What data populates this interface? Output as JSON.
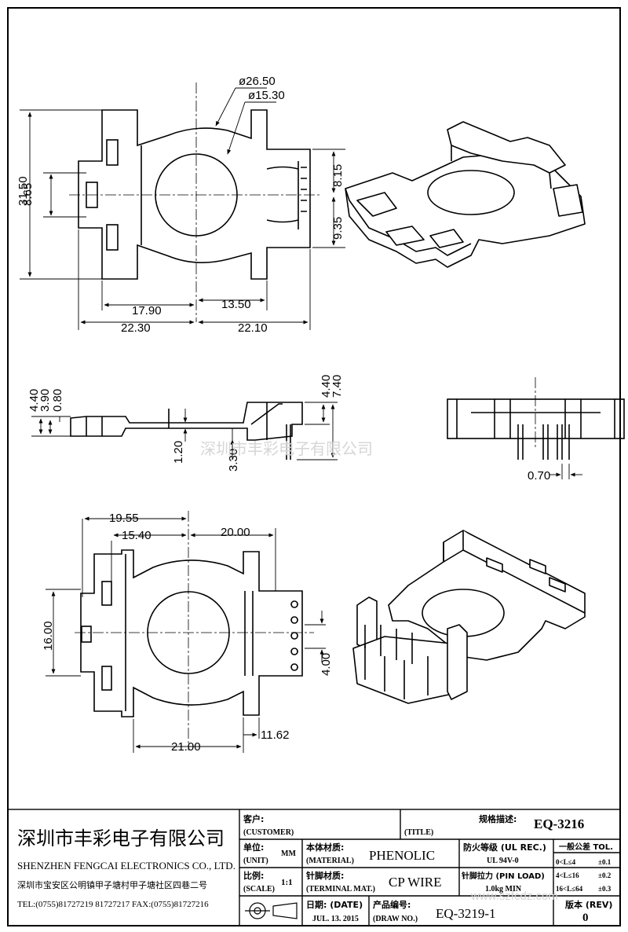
{
  "watermark": {
    "center_text": "深圳市丰彩电子有限公司",
    "corner_text": "www.szfcdz.com"
  },
  "dimensions": {
    "top_view": {
      "dia_outer": "ø26.50",
      "dia_inner": "ø15.30",
      "height": "31.50",
      "slot_pitch": "8.65",
      "right_upper": "8.15",
      "right_lower": "9.35",
      "left_center": "17.90",
      "right_center": "13.50",
      "left_width": "22.30",
      "right_width": "22.10"
    },
    "side_view": {
      "h1": "4.40",
      "h2": "3.90",
      "h3": "0.80",
      "thk": "1.20",
      "pin_len": "3.30",
      "r_h1": "4.40",
      "r_h2": "7.40"
    },
    "front_view": {
      "pin_dia": "0.70"
    },
    "bottom_view": {
      "w1": "19.55",
      "w2": "15.40",
      "w3": "20.00",
      "height": "16.00",
      "pin_pitch": "4.00",
      "base_width": "21.00",
      "right_ext": "11.62"
    }
  },
  "title_block": {
    "company_cn": "深圳市丰彩电子有限公司",
    "company_en": "SHENZHEN FENGCAI ELECTRONICS CO., LTD.",
    "address": "深圳市宝安区公明镇甲子塘村甲子塘社区四巷二号",
    "phone": "TEL:(0755)81727219  81727217    FAX:(0755)81727216",
    "customer_cn": "客户:",
    "customer_en": "(CUSTOMER)",
    "title_label": "(TITLE)",
    "spec_label": "规格描述:",
    "spec_value": "EQ-3216",
    "unit_cn": "单位:",
    "unit_en": "(UNIT)",
    "unit_value": "MM",
    "material_cn": "本体材质:",
    "material_en": "(MATERIAL)",
    "material_value": "PHENOLIC",
    "flame_label": "防火等级 (UL REC.)",
    "flame_value": "UL 94V-0",
    "tol_label": "一般公差 TOL.",
    "tol_rows": [
      {
        "range": "0<L≤4",
        "value": "±0.1"
      },
      {
        "range": "4<L≤16",
        "value": "±0.2"
      },
      {
        "range": "16<L≤64",
        "value": "±0.3"
      }
    ],
    "scale_cn": "比例:",
    "scale_en": "(SCALE)",
    "scale_value": "1:1",
    "terminal_cn": "针脚材质:",
    "terminal_en": "(TERMINAL MAT.)",
    "terminal_value": "CP WIRE",
    "pin_load_label": "针脚拉力 (PIN LOAD)",
    "pin_load_value": "1.0kg MIN",
    "date_label": "日期: (DATE)",
    "date_value": "JUL. 13. 2015",
    "drawno_cn": "产品编号:",
    "drawno_en": "(DRAW NO.)",
    "drawno_value": "EQ-3219-1",
    "rev_label": "版本 (REV)",
    "rev_value": "0"
  }
}
